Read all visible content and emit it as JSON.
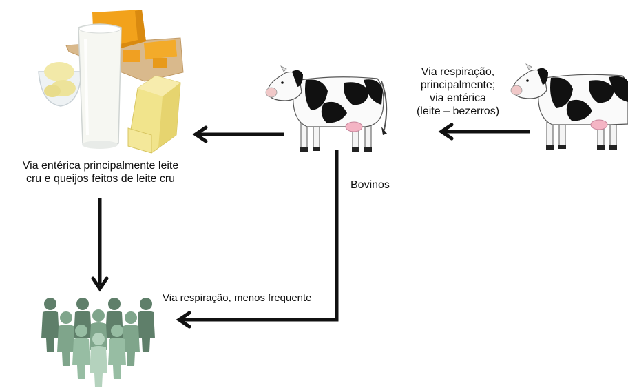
{
  "labels": {
    "dairy_caption_line1": "Via entérica principalmente leite",
    "dairy_caption_line2": "cru e queijos feitos de leite cru",
    "cow_label": "Bovinos",
    "calf_route_line1": "Via respiração,",
    "calf_route_line2": "principalmente;",
    "calf_route_line3": "via entérica",
    "calf_route_line4": "(leite – bezerros)",
    "respiration_route": "Via respiração, menos frequente"
  },
  "icons": {
    "dairy": "dairy-products-illustration",
    "cow_main": "cow-icon",
    "cow_source": "cow-icon",
    "people": "people-crowd-icon"
  },
  "colors": {
    "arrow": "#111111",
    "people_dark": "#5f7f6a",
    "people_mid": "#7fa58b",
    "people_light": "#b4d2bd",
    "cheese": "#f2a21b",
    "butter": "#f1e48c"
  }
}
